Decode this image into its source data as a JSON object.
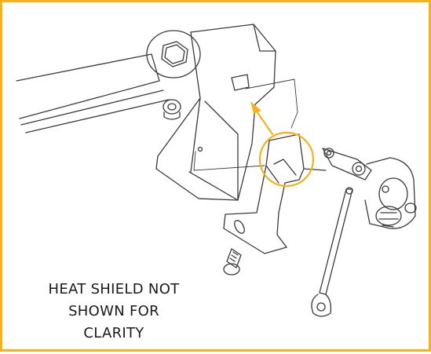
{
  "caption": {
    "line1": "HEAT SHIELD NOT",
    "line2": "SHOWN FOR",
    "line3": "CLARITY"
  },
  "colors": {
    "border": "#f5b21b",
    "callout": "#f5b21b",
    "line": "#3a3a3a"
  }
}
